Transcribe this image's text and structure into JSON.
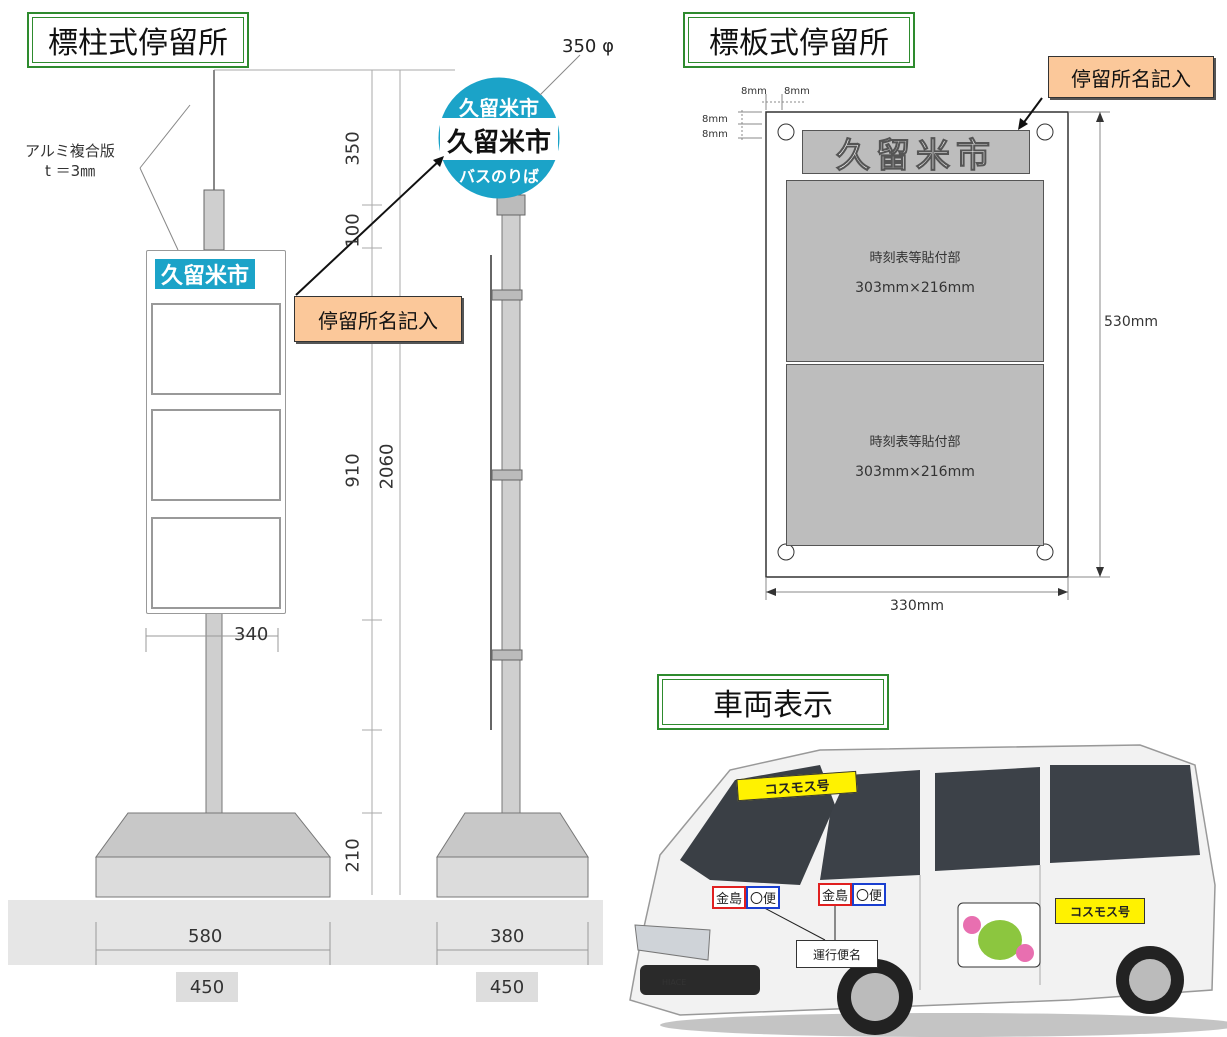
{
  "left": {
    "title": "標柱式停留所",
    "sign_name": "久留米市",
    "material": "アルミ複合版",
    "thickness": "t ＝3㎜",
    "callout": "停留所名記入",
    "round_sign": {
      "diameter": "350 φ",
      "line1": "久留米市",
      "line2": "久留米市",
      "line3": "バスのりば"
    },
    "dims": {
      "d350": "350",
      "d100": "100",
      "d910": "910",
      "d2060": "2060",
      "d210": "210",
      "d340": "340",
      "d580": "580",
      "d380": "380",
      "d450a": "450",
      "d450b": "450"
    }
  },
  "right": {
    "title": "標板式停留所",
    "callout": "停留所名記入",
    "sign_name": "久留米市",
    "dims": {
      "h1": "8mm",
      "h2": "8mm",
      "v1": "8mm",
      "v2": "8mm",
      "height": "530mm",
      "width": "330mm"
    },
    "panel1": {
      "line1": "時刻表等貼付部",
      "line2": "303mm×216mm"
    },
    "panel2": {
      "line1": "時刻表等貼付部",
      "line2": "303mm×216mm"
    }
  },
  "vehicle": {
    "title": "車両表示",
    "roof_sign": "コスモス号",
    "side_sign": "コスモス号",
    "front_route": {
      "a": "金島",
      "b": "〇便"
    },
    "side_route": {
      "a": "金島",
      "b": "〇便"
    },
    "route_label": "運行便名",
    "brand": "HIACE"
  },
  "colors": {
    "title_border": "#2e8b2e",
    "callout_fill": "#fbc89a",
    "sign_blue": "#1ba3c8",
    "route_red": "#e02020",
    "route_blue": "#1a3fd0",
    "yellow": "#fff200"
  }
}
